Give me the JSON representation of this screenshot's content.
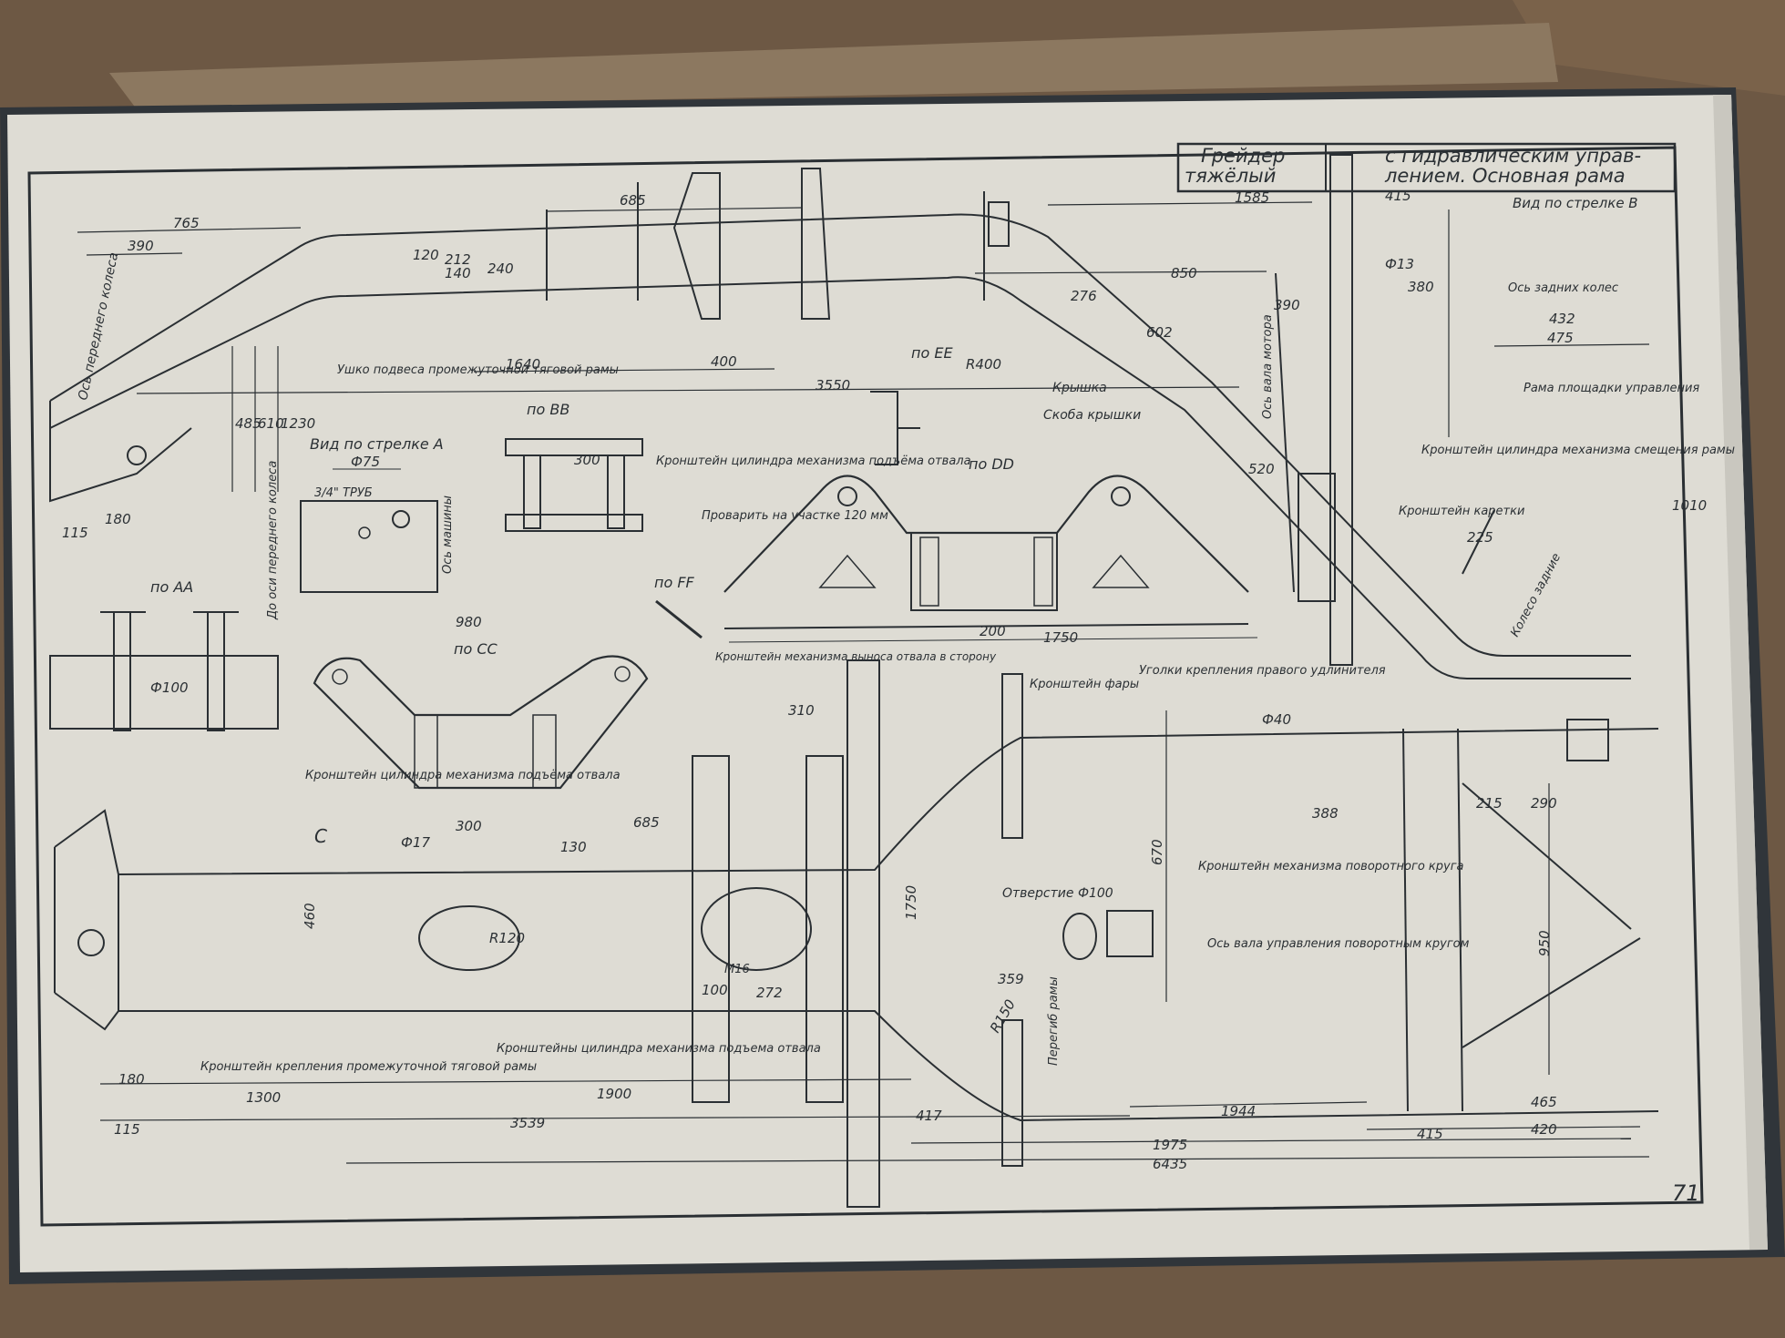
{
  "title": {
    "line1": "Грейдер",
    "line2": "тяжёлый",
    "line3": "с гидравлическим управ-",
    "line4": "лением. Основная рама"
  },
  "page_number": "71",
  "views": {
    "aa": "по АА",
    "bb": "по ВВ",
    "cc": "по СС",
    "dd": "по DD",
    "ee": "по ЕЕ",
    "ff": "по FF",
    "arrow_a": "Вид по стрелке А",
    "arrow_b": "Вид по стрелке В"
  },
  "labels": {
    "front_axle": "Ось переднего колеса",
    "lug": "Ушко подвеса промежуточной тяговой рамы",
    "to_front_axle": "До оси переднего колеса",
    "machine_axis": "Ось машины",
    "pipe": "3/4\" ТРУБ",
    "blade_lift_bracket": "Кронштейн цилиндра механизма подъёма отвала",
    "weld": "Проварить на участке 120 мм",
    "lid": "Крышка",
    "lid_bracket": "Скоба крышки",
    "motor_shaft": "Ось вала мотора",
    "rear_wheels": "Ось задних колес",
    "platform_frame": "Рама площадки управления",
    "shift_bracket": "Кронштейн цилиндра механизма смещения рамы",
    "carriage_bracket": "Кронштейн каретки",
    "drive_wheel": "Колесо задние",
    "extension_angles": "Уголки крепления правого удлинителя",
    "blade_side_bracket": "Кронштейн механизма выноса отвала в сторону",
    "headlight_bracket": "Кронштейн фары",
    "circle_bracket": "Кронштейн механизма поворотного круга",
    "hole": "Отверстие Ф100",
    "circle_shaft": "Ось вала управления поворотным кругом",
    "frame_bend": "Перегиб рамы",
    "lift_brackets": "Кронштейны цилиндра механизма подъема отвала",
    "drawbar_bracket": "Кронштейн крепления промежуточной тяговой рамы",
    "bb_bolt": "М16"
  },
  "dimensions": {
    "d765": "765",
    "d390": "390",
    "d685": "685",
    "d1585": "1585",
    "d415": "415",
    "d120": "120",
    "d212": "212",
    "d140": "140",
    "d240": "240",
    "d850": "850",
    "d1640": "1640",
    "d400": "400",
    "d3550": "3550",
    "d485": "485",
    "d610": "610",
    "d1230": "1230",
    "d602": "602",
    "d1010": "1010",
    "d432": "432",
    "d475": "475",
    "d980": "980",
    "d1750": "1750",
    "d200": "200",
    "d300": "300",
    "d1300": "1300",
    "d1900": "1900",
    "d3539": "3539",
    "d1975": "1975",
    "d6435": "6435",
    "d1944": "1944",
    "d465": "465",
    "d420": "420",
    "d417": "417",
    "d670": "670",
    "d388": "388",
    "d950": "950",
    "d460": "460",
    "d130": "130",
    "d100": "100",
    "d272": "272",
    "d359": "359",
    "d310": "310",
    "d115": "115",
    "d180": "180",
    "d225": "225",
    "d290": "290",
    "d215": "215",
    "d520": "520",
    "d276": "276",
    "d380": "380",
    "r400": "R400",
    "r150": "R150",
    "r120": "R120",
    "f40": "Ф40",
    "f75": "Ф75",
    "f17": "Ф17",
    "f100": "Ф100",
    "f13": "Ф13"
  }
}
